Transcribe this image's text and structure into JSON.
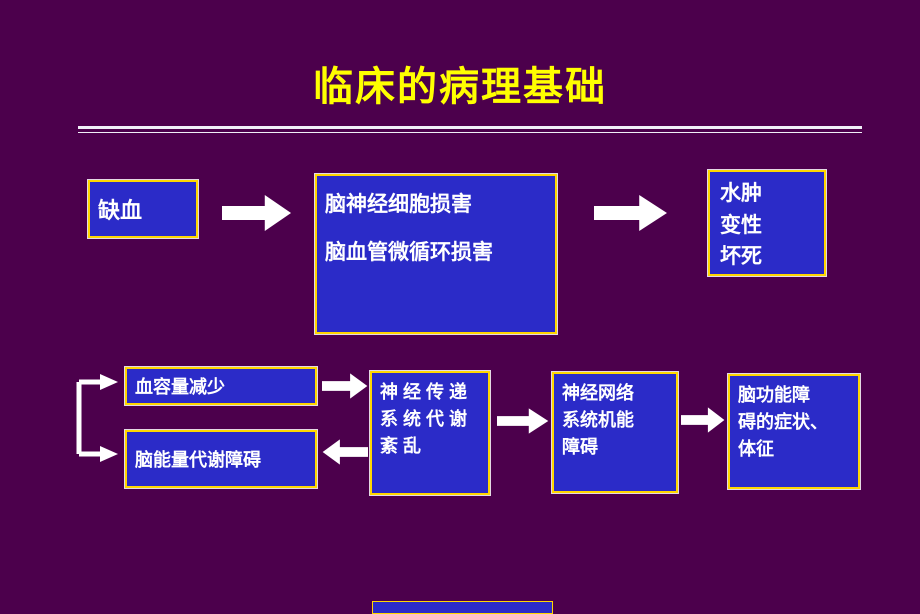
{
  "slide": {
    "title": "临床的病理基础"
  },
  "colors": {
    "background": "#4C004C",
    "box_fill": "#2B2BC8",
    "box_border": "#FFD700",
    "title_color": "#FFFF00",
    "arrow_color": "#FFFFFF",
    "text_color": "#FFFFFF",
    "divider_color": "#F0F0F8"
  },
  "diagram": {
    "ischemia": {
      "label": "缺血"
    },
    "damage": {
      "line1": "脑神经细胞损害",
      "line2": "脑血管微循环损害"
    },
    "outcome": {
      "line1": "水肿",
      "line2": "变性",
      "line3": "坏死"
    },
    "blood_volume": {
      "label": "血容量减少"
    },
    "energy": {
      "label": "脑能量代谢障碍"
    },
    "transmission": {
      "line1": "神 经 传 递",
      "line2": "系 统 代 谢",
      "line3": "紊 乱"
    },
    "network": {
      "line1": "神经网络",
      "line2": "系统机能",
      "line3": "障碍"
    },
    "symptoms": {
      "line1": "脑功能障",
      "line2": "碍的症状、",
      "line3": "体征"
    }
  }
}
